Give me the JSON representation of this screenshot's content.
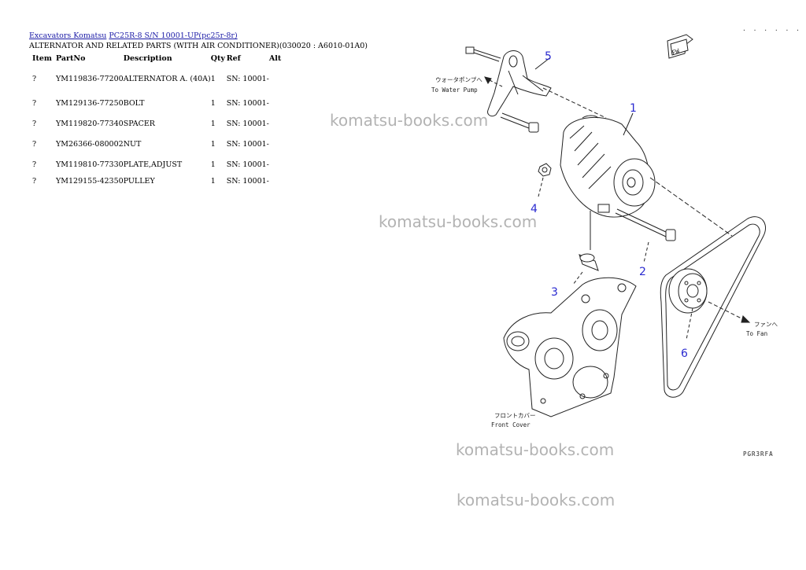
{
  "breadcrumb": {
    "home": "Excavators Komatsu",
    "model": "PC25R-8 S/N 10001-UP(pc25r-8r)"
  },
  "page_title": "ALTERNATOR AND RELATED PARTS (WITH AIR CONDITIONER)(030020 : A6010-01A0)",
  "table": {
    "headers": {
      "item": "Item",
      "partno": "PartNo",
      "description": "Description",
      "qty": "Qty",
      "ref": "Ref",
      "alt": "Alt"
    },
    "rows": [
      {
        "item": "?",
        "partno": "YM119836-77200",
        "description": "ALTERNATOR A. (40A)",
        "qty": "1",
        "ref": "SN: 10001-",
        "alt": ""
      },
      {
        "item": "?",
        "partno": "YM129136-77250",
        "description": "BOLT",
        "qty": "1",
        "ref": "SN: 10001-",
        "alt": ""
      },
      {
        "item": "?",
        "partno": "YM119820-77340",
        "description": "SPACER",
        "qty": "1",
        "ref": "SN: 10001-",
        "alt": ""
      },
      {
        "item": "?",
        "partno": "YM26366-080002",
        "description": "NUT",
        "qty": "1",
        "ref": "SN: 10001-",
        "alt": ""
      },
      {
        "item": "?",
        "partno": "YM119810-77330",
        "description": "PLATE,ADJUST",
        "qty": "1",
        "ref": "SN: 10001-",
        "alt": ""
      },
      {
        "item": "?",
        "partno": "YM129155-42350",
        "description": "PULLEY",
        "qty": "1",
        "ref": "SN: 10001-",
        "alt": ""
      }
    ]
  },
  "diagram": {
    "callouts": [
      "1",
      "2",
      "3",
      "4",
      "5",
      "6"
    ],
    "water_pump_jp": "ウォータポンプへ",
    "water_pump_en": "To Water Pump",
    "fan_jp": "ファンへ",
    "fan_en": "To Fan",
    "front_cover_jp": "フロントカバー",
    "front_cover_en": "Front Cover",
    "fw_label": "FW",
    "sheet_code": "PGR3RFA",
    "corner_dots": "· · · · · ·"
  },
  "watermarks": [
    "komatsu-books.com",
    "komatsu-books.com",
    "komatsu-books.com",
    "komatsu-books.com"
  ]
}
